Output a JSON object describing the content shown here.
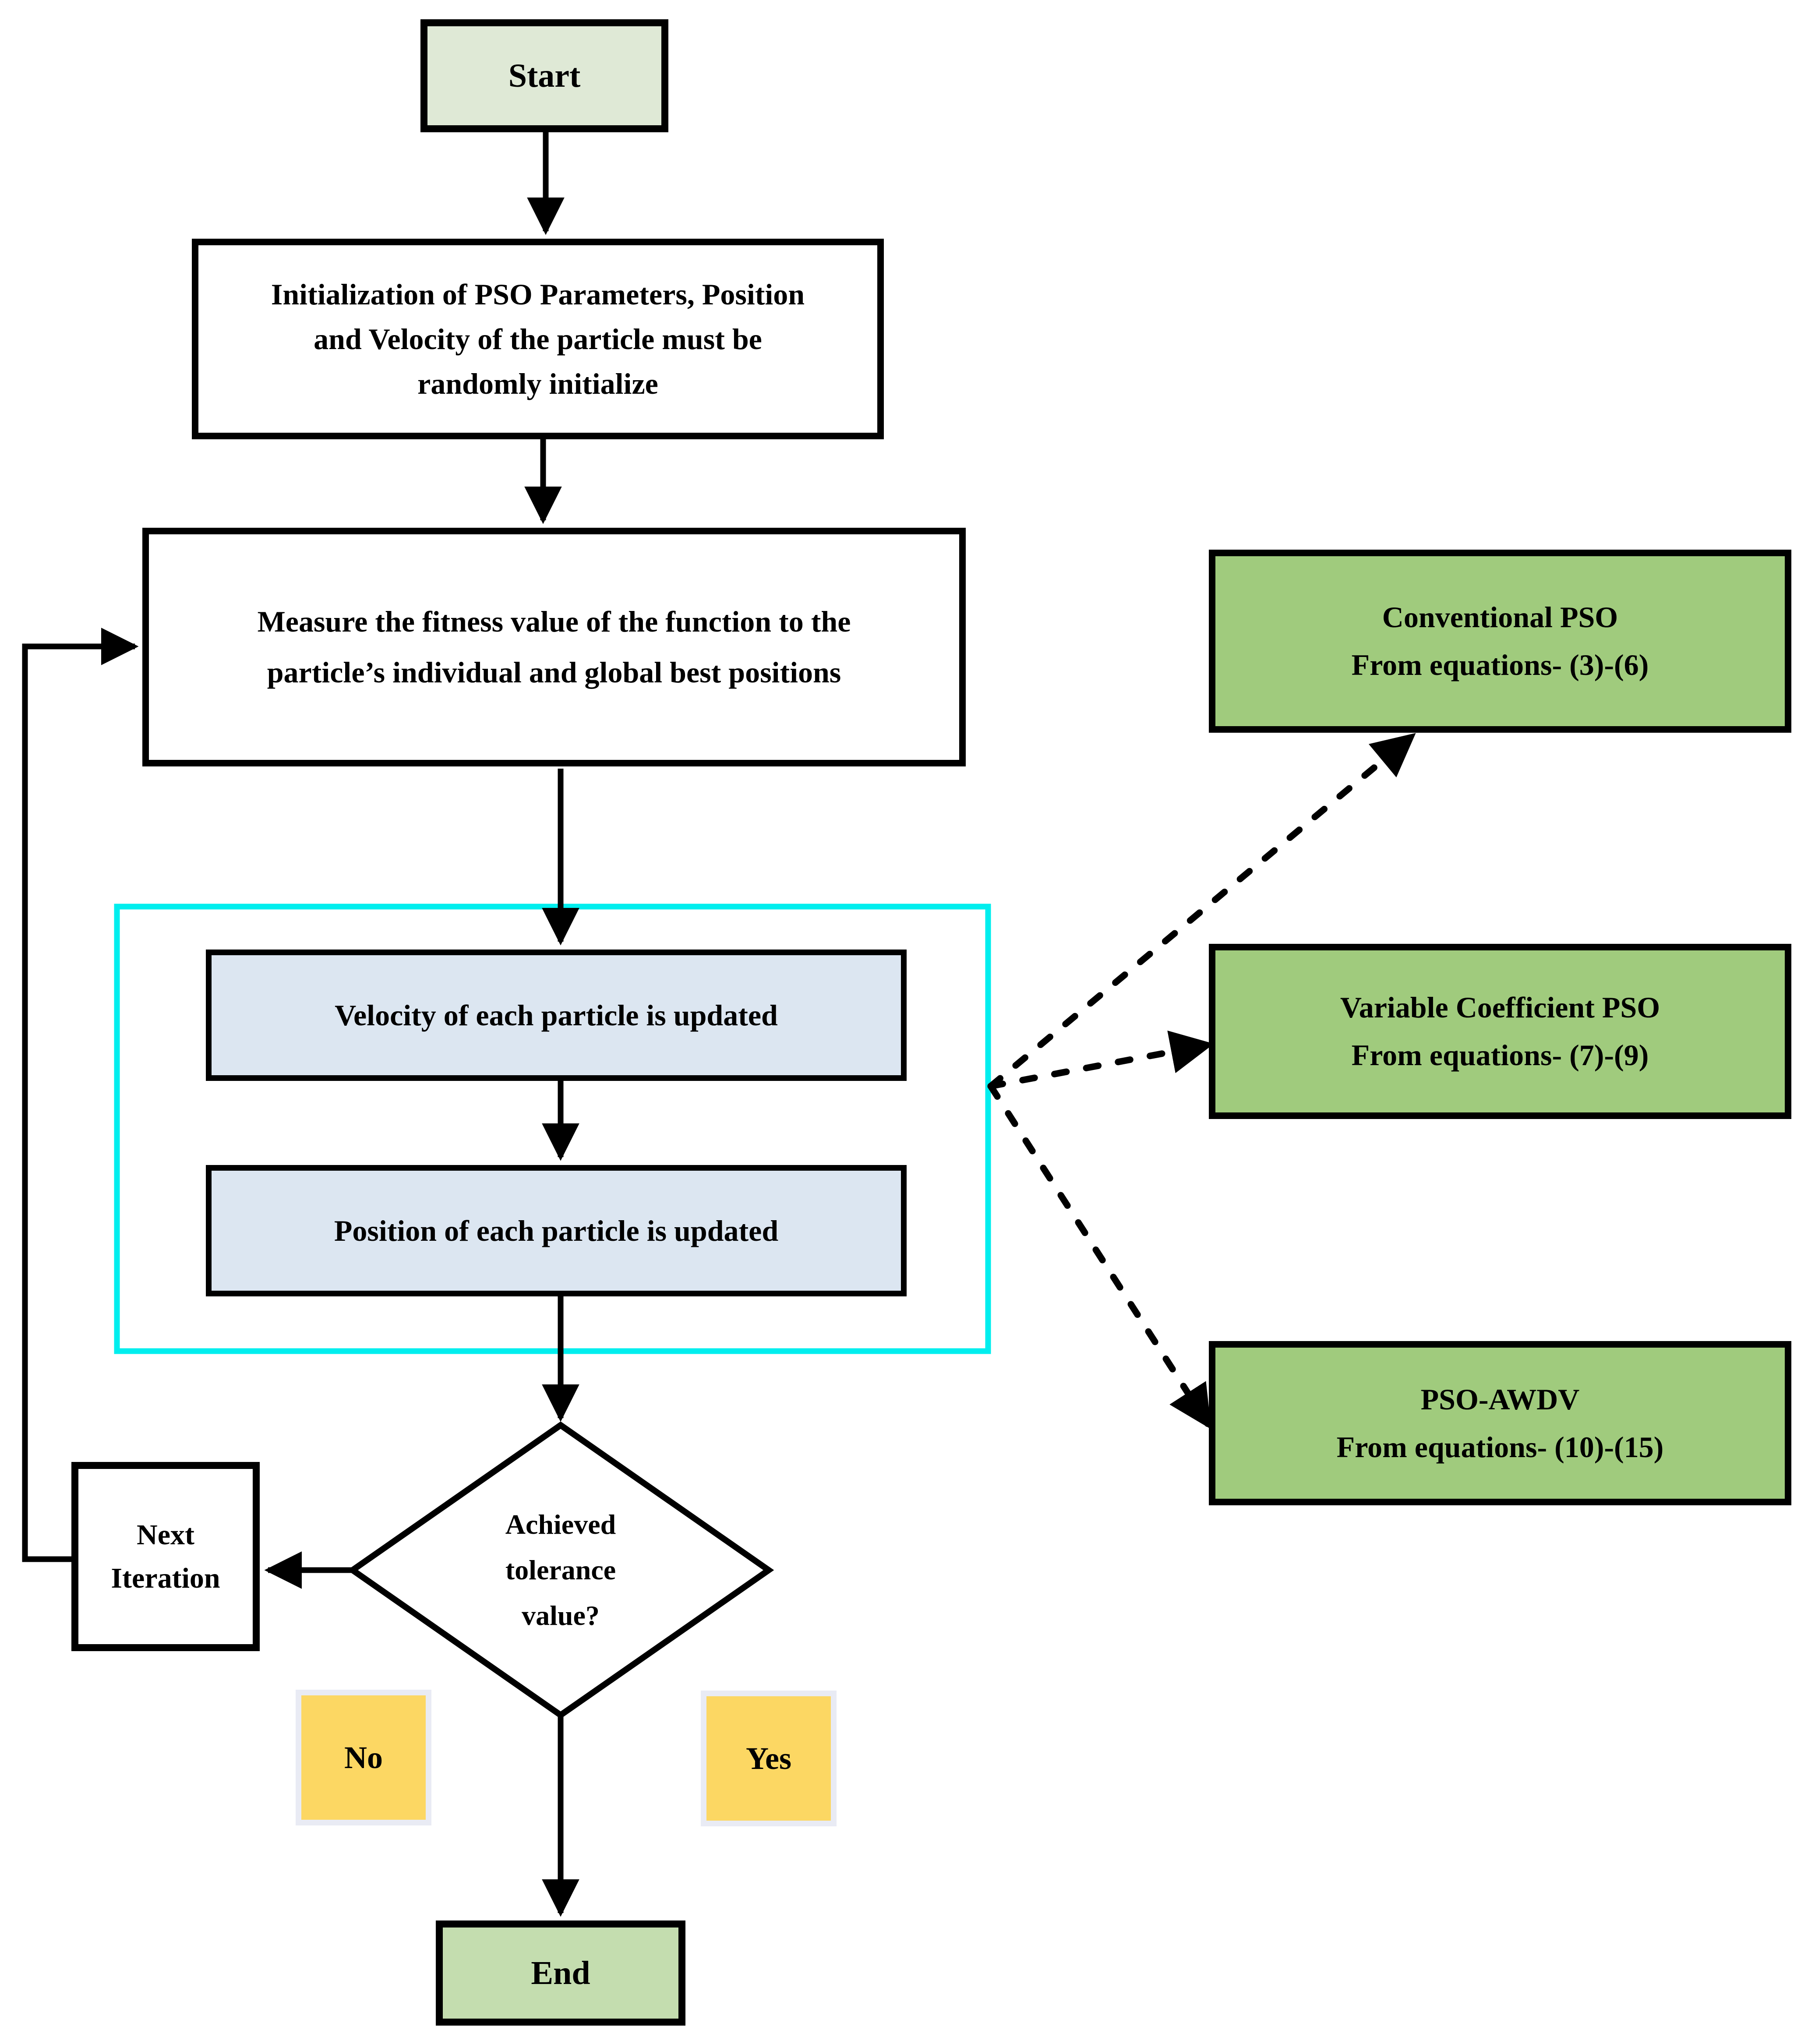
{
  "diagram_title": "PSO algorithm flowchart",
  "colors": {
    "start-fill": "#dfe9d6",
    "end-fill": "#c4ddaf",
    "blue-fill": "#dce6f1",
    "green-fill": "#a0cb7d",
    "label-fill": "#fcd763",
    "label-border": "#e9ebf4",
    "cyan-frame": "#00eeee",
    "line-color": "#000000"
  },
  "nodes": {
    "start": {
      "label": "Start"
    },
    "init": {
      "label": "Initialization of PSO Parameters, Position\nand Velocity of the particle must be\nrandomly initialize"
    },
    "measure": {
      "label": "Measure the fitness value of the function to the\nparticle’s individual and global best positions"
    },
    "velocity": {
      "label": "Velocity of each particle is updated"
    },
    "position": {
      "label": "Position of each particle is updated"
    },
    "decision": {
      "label": "Achieved\ntolerance\nvalue?"
    },
    "next_iteration": {
      "label": "Next\nIteration"
    },
    "no": {
      "label": "No"
    },
    "yes": {
      "label": "Yes"
    },
    "end": {
      "label": "End"
    },
    "conventional": {
      "label": "Conventional PSO\nFrom equations- (3)-(6)"
    },
    "variable_coefficient": {
      "label": "Variable Coefficient PSO\nFrom equations- (7)-(9)"
    },
    "pso_awdv": {
      "label": "PSO-AWDV\nFrom equations- (10)-(15)"
    }
  }
}
